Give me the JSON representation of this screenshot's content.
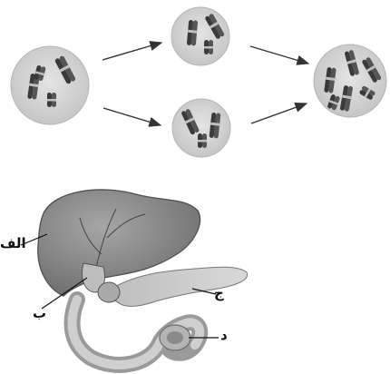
{
  "labels": {
    "alef": "الف",
    "be": "ب",
    "jim": "ج",
    "dal": "د"
  },
  "colors": {
    "cell_fill": "#d3d3d3",
    "chromosome": "#3a3a3a",
    "liver": "#8c8c8c",
    "organ_light": "#c8c8c8"
  },
  "icons": {
    "cells": "cell-with-chromosomes",
    "arrows": "arrow-right",
    "organs": "liver-gallbladder-pancreas-duodenum"
  }
}
